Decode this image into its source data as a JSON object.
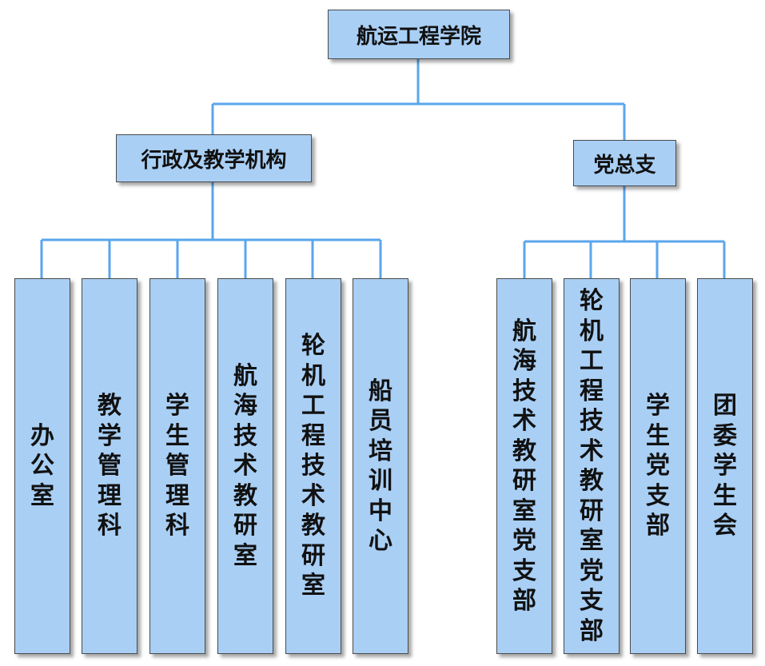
{
  "colors": {
    "box_fill": "#a9cff5",
    "box_border": "#4a4a4a",
    "connector": "#5aa6ec"
  },
  "root": {
    "label": "航运工程学院"
  },
  "branches": [
    {
      "label": "行政及教学机构",
      "children": [
        "办公室",
        "教学管理科",
        "学生管理科",
        "航海技术教研室",
        "轮机工程技术教研室",
        "船员培训中心"
      ]
    },
    {
      "label": "党总支",
      "children": [
        "航海技术教研室党支部",
        "轮机工程技术教研室党支部",
        "学生党支部",
        "团委 学生会"
      ]
    }
  ]
}
